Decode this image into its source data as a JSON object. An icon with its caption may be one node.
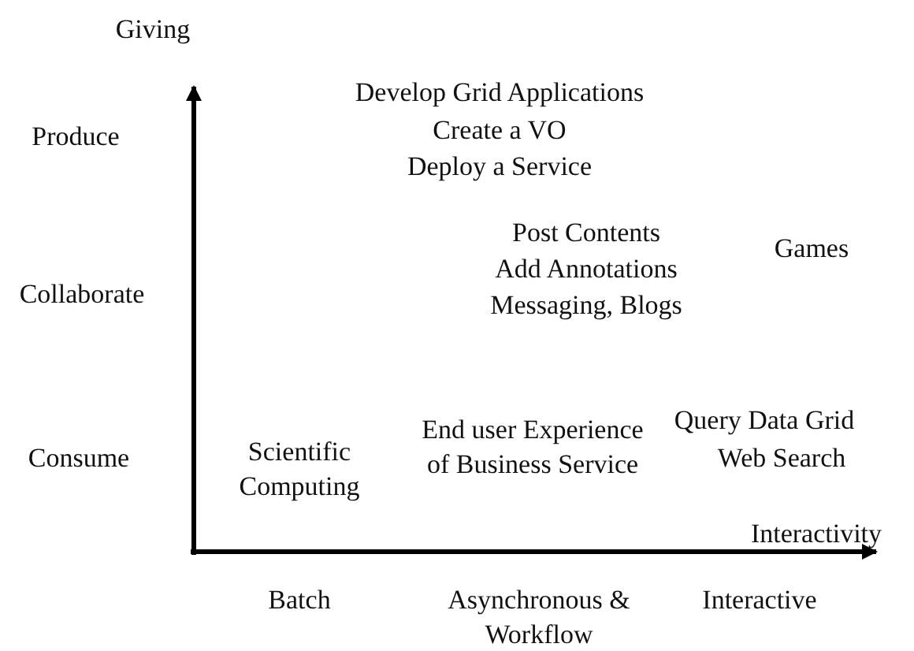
{
  "diagram": {
    "labels": [
      "Giving",
      "Develop Grid Applications",
      "Produce",
      "Create a VO",
      "Deploy a Service",
      "Post Contents",
      "Games",
      "Collaborate",
      "Add Annotations",
      "Messaging, Blogs",
      "End user Experience of Business Service",
      "Query Data Grid",
      "Consume",
      "Scientific Computing",
      "Web Search",
      "Interactivity",
      "Batch",
      "Asynchronous & Workflow",
      "Interactive"
    ]
  }
}
